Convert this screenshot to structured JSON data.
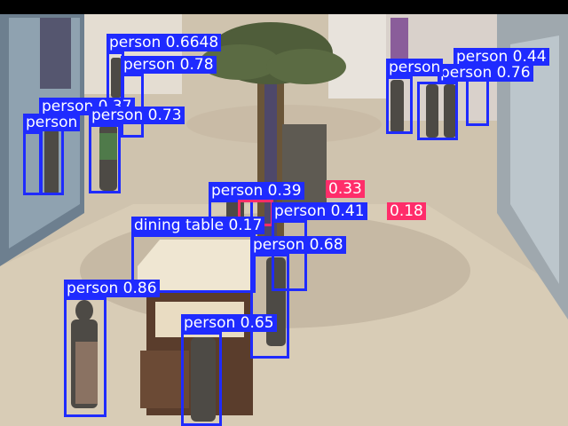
{
  "detections": [
    {
      "label": "person 0.6648",
      "color": "#1f2bff"
    },
    {
      "label": "person 0.78",
      "color": "#1f2bff"
    },
    {
      "label": "person 0.37",
      "color": "#1f2bff"
    },
    {
      "label": "person 0.73",
      "color": "#1f2bff"
    },
    {
      "label": "person",
      "color": "#1f2bff"
    },
    {
      "label": "person 0.44",
      "color": "#1f2bff"
    },
    {
      "label": "person 0.76",
      "color": "#1f2bff"
    },
    {
      "label": "person",
      "color": "#1f2bff"
    },
    {
      "label": "person 0.39",
      "color": "#1f2bff"
    },
    {
      "label": "0.33",
      "color": "#ff2d6a"
    },
    {
      "label": "person 0.41",
      "color": "#1f2bff"
    },
    {
      "label": "0.18",
      "color": "#ff2d6a"
    },
    {
      "label": "dining table 0.17",
      "color": "#1f2bff"
    },
    {
      "label": "person 0.68",
      "color": "#1f2bff"
    },
    {
      "label": "person 0.86",
      "color": "#1f2bff"
    },
    {
      "label": "person 0.65",
      "color": "#1f2bff"
    }
  ]
}
